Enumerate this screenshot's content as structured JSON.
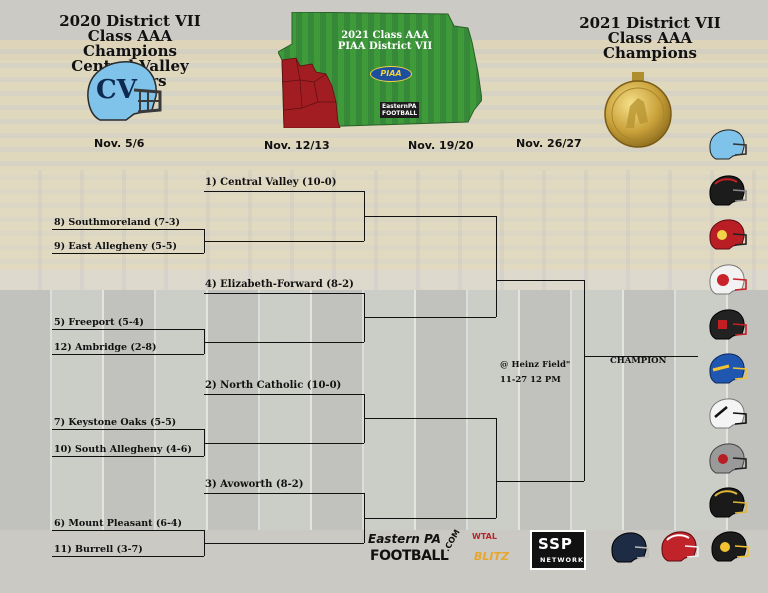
{
  "header": {
    "left_title_lines": [
      "2020 District VII",
      "Class AAA Champions",
      "Central Valley Warriors"
    ],
    "right_title_lines": [
      "2021 District VII",
      "Class AAA Champions"
    ],
    "map_title_lines": [
      "2021 Class AAA",
      "PIAA District VII"
    ],
    "piaa_label": "PIAA",
    "map_logo_lines": [
      "EasternPA",
      "FOOTBALL"
    ]
  },
  "rounds": {
    "r1": "Nov. 5/6",
    "r2": "Nov. 12/13",
    "r3": "Nov. 19/20",
    "r4": "Nov. 26/27"
  },
  "bracket": {
    "round1": [
      "8) Southmoreland (7-3)",
      "9)  East Allegheny (5-5)",
      "5) Freeport  (5-4)",
      "12) Ambridge (2-8)",
      "7) Keystone Oaks (5-5)",
      "10) South Allegheny (4-6)",
      "6) Mount Pleasant (6-4)",
      "11) Burrell (3-7)"
    ],
    "round2": [
      "1) Central Valley (10-0)",
      "4) Elizabeth-Forward (8-2)",
      "2) North Catholic (10-0)",
      "3) Avoworth  (8-2)"
    ],
    "final_venue": "@ Heinz Field\"",
    "final_time": "11-27 12 PM",
    "champion_label": "CHAMPION"
  },
  "sponsors": {
    "eastern_pa_lines": [
      "Eastern PA",
      "FOOTBALL",
      ".COM"
    ],
    "wtal_lines": [
      "WTAL",
      "BLITZ"
    ],
    "ssp_lines": [
      "SSP",
      "NETWORK"
    ]
  },
  "colors": {
    "line": "#111111",
    "map_green": "#3f9a3a",
    "district_red": "#a11d22",
    "piaa_blue": "#1d4f9e",
    "cv_blue": "#7fc3ea"
  },
  "helmets": [
    {
      "name": "central-valley-helmet",
      "color": "#7fc3ea"
    },
    {
      "name": "black-red-helmet-1",
      "color": "#1c1c1c"
    },
    {
      "name": "red-helmet",
      "color": "#b81e24"
    },
    {
      "name": "white-red-helmet",
      "color": "#f2f2f2"
    },
    {
      "name": "black-red-helmet-2",
      "color": "#222222"
    },
    {
      "name": "blue-helmet",
      "color": "#1f57b0"
    },
    {
      "name": "white-black-helmet",
      "color": "#f4f4f4"
    },
    {
      "name": "gray-helmet",
      "color": "#9a9a9a"
    },
    {
      "name": "black-gold-helmet",
      "color": "#1a1a1a"
    },
    {
      "name": "navy-helmet",
      "color": "#1e2b44"
    },
    {
      "name": "red-white-helmet",
      "color": "#c0232a"
    },
    {
      "name": "black-yellow-helmet",
      "color": "#1c1c1c"
    }
  ]
}
